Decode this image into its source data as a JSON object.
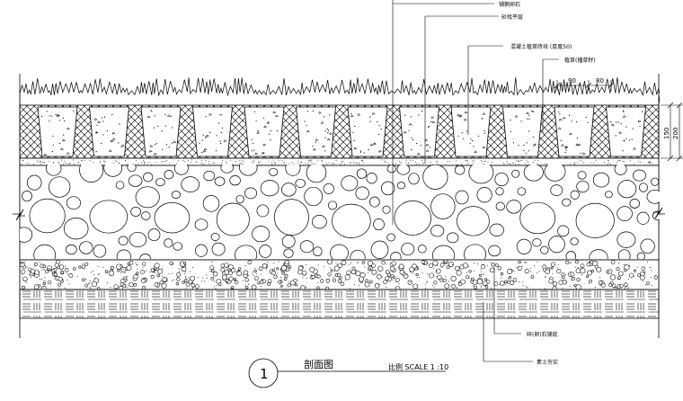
{
  "callouts": {
    "top": "铺鹅卵石",
    "sand": "砂找平层",
    "block": "混凝土植草砖块 (厚度50)",
    "grass": "植草(播草籽)",
    "gravel": "碎(卵)石铺底",
    "soil": "素土夯实"
  },
  "dimensions": {
    "w1": "90",
    "w2": "80",
    "h1": "150",
    "h2": "200"
  },
  "title": {
    "number": "1",
    "name": "剖面图",
    "scale": "比例 SCALE 1 :10"
  }
}
